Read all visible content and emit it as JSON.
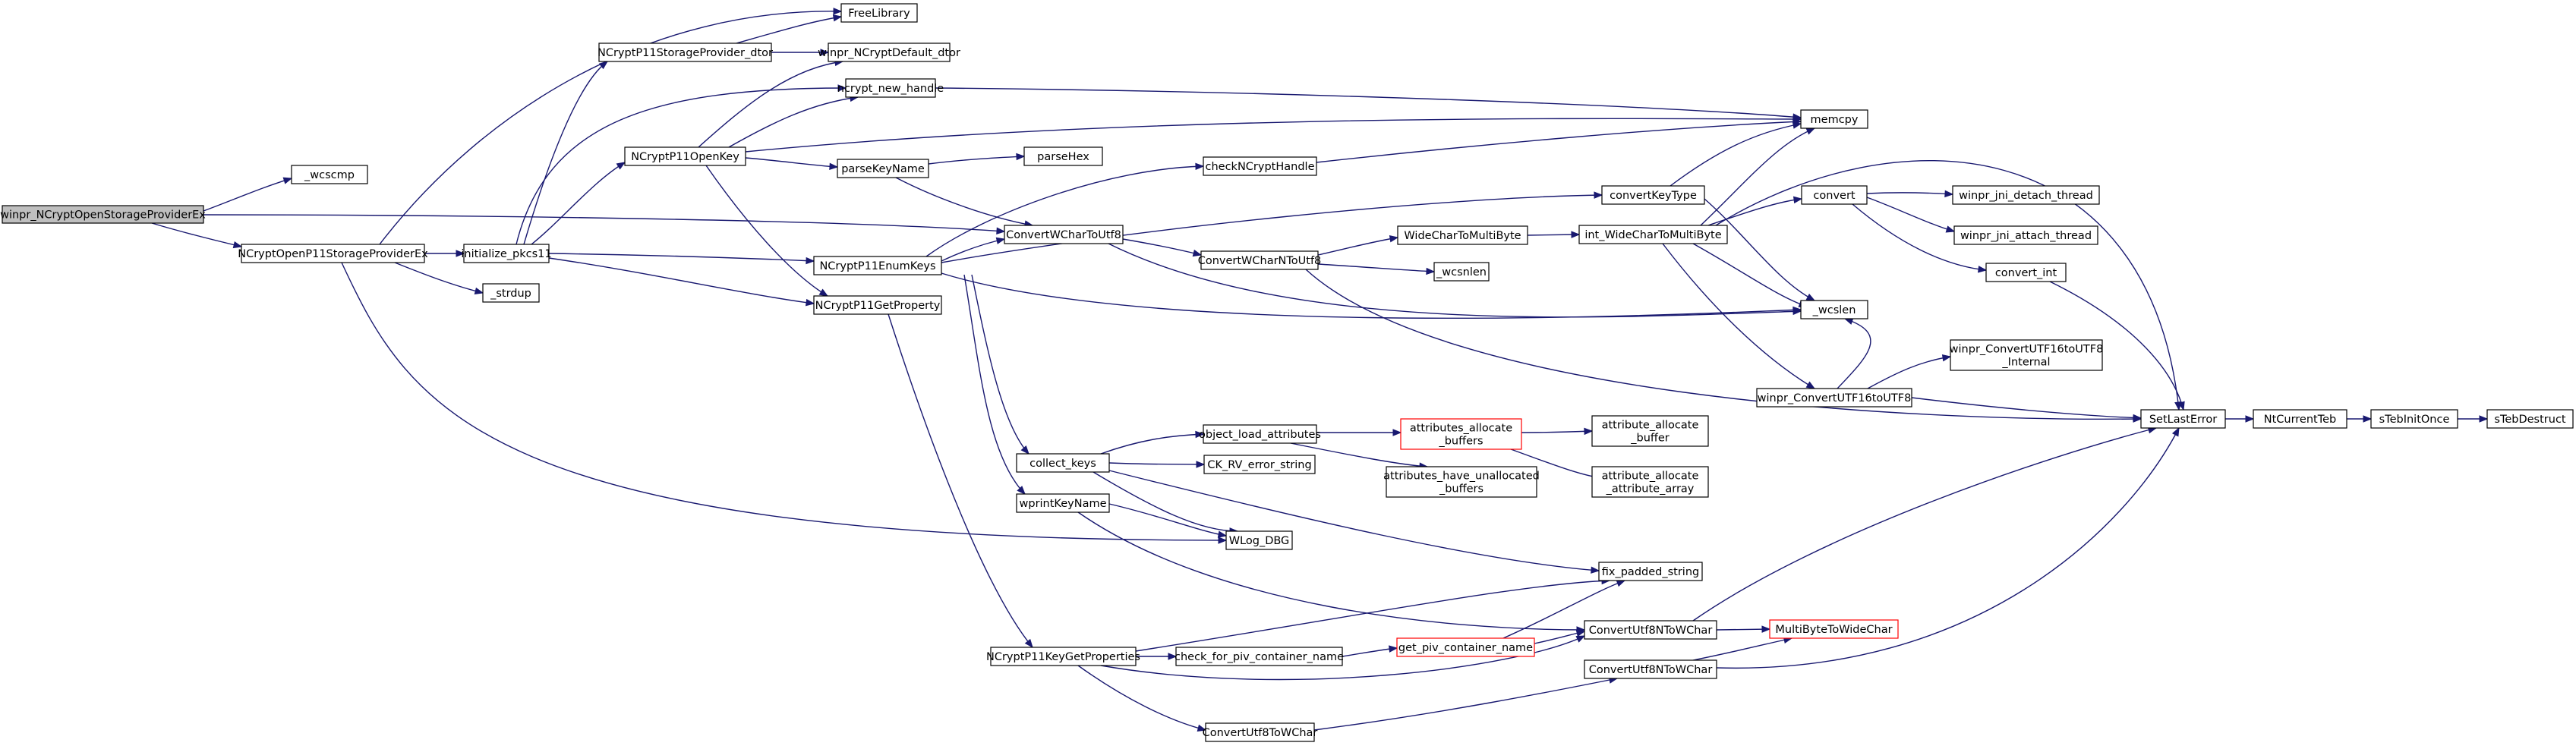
{
  "diagram": {
    "type": "call-graph",
    "colors": {
      "edge": "#191970",
      "root_fill": "#bfbfbf",
      "truncated_border": "#ff0000"
    },
    "nodes": [
      {
        "id": "root",
        "lines": [
          "winpr_NCryptOpenStorageProviderEx"
        ],
        "root": true
      },
      {
        "id": "wcscmp",
        "lines": [
          "_wcscmp"
        ]
      },
      {
        "id": "openP11Prov",
        "lines": [
          "NCryptOpenP11StorageProviderEx"
        ]
      },
      {
        "id": "p11ProvDtor",
        "lines": [
          "NCryptP11StorageProvider_dtor"
        ]
      },
      {
        "id": "initPkcs11",
        "lines": [
          "initialize_pkcs11"
        ]
      },
      {
        "id": "strdup",
        "lines": [
          "_strdup"
        ]
      },
      {
        "id": "freeLib",
        "lines": [
          "FreeLibrary"
        ]
      },
      {
        "id": "defDtor",
        "lines": [
          "winpr_NCryptDefault_dtor"
        ]
      },
      {
        "id": "newHandle",
        "lines": [
          "ncrypt_new_handle"
        ]
      },
      {
        "id": "openKey",
        "lines": [
          "NCryptP11OpenKey"
        ]
      },
      {
        "id": "parseKeyName",
        "lines": [
          "parseKeyName"
        ]
      },
      {
        "id": "parseHex",
        "lines": [
          "parseHex"
        ]
      },
      {
        "id": "enumKeys",
        "lines": [
          "NCryptP11EnumKeys"
        ]
      },
      {
        "id": "getProp",
        "lines": [
          "NCryptP11GetProperty"
        ]
      },
      {
        "id": "checkHandle",
        "lines": [
          "checkNCryptHandle"
        ]
      },
      {
        "id": "cwcToUtf8",
        "lines": [
          "ConvertWCharToUtf8"
        ]
      },
      {
        "id": "cwcNToUtf8",
        "lines": [
          "ConvertWCharNToUtf8"
        ]
      },
      {
        "id": "wcToMb",
        "lines": [
          "WideCharToMultiByte"
        ]
      },
      {
        "id": "wcsnlen",
        "lines": [
          "_wcsnlen"
        ]
      },
      {
        "id": "intWcToMb",
        "lines": [
          "int_WideCharToMultiByte"
        ]
      },
      {
        "id": "convKeyType",
        "lines": [
          "convertKeyType"
        ]
      },
      {
        "id": "memcpy",
        "lines": [
          "memcpy"
        ]
      },
      {
        "id": "convert",
        "lines": [
          "convert"
        ]
      },
      {
        "id": "jniDetach",
        "lines": [
          "winpr_jni_detach_thread"
        ]
      },
      {
        "id": "jniAttach",
        "lines": [
          "winpr_jni_attach_thread"
        ]
      },
      {
        "id": "convInt",
        "lines": [
          "convert_int"
        ]
      },
      {
        "id": "wcslen",
        "lines": [
          "_wcslen"
        ]
      },
      {
        "id": "cu16Internal",
        "lines": [
          "winpr_ConvertUTF16toUTF8",
          "_Internal"
        ]
      },
      {
        "id": "cu16",
        "lines": [
          "winpr_ConvertUTF16toUTF8"
        ]
      },
      {
        "id": "setLastError",
        "lines": [
          "SetLastError"
        ]
      },
      {
        "id": "ntTeb",
        "lines": [
          "NtCurrentTeb"
        ]
      },
      {
        "id": "tebInit",
        "lines": [
          "sTebInitOnce"
        ]
      },
      {
        "id": "tebDestruct",
        "lines": [
          "sTebDestruct"
        ]
      },
      {
        "id": "collectKeys",
        "lines": [
          "collect_keys"
        ]
      },
      {
        "id": "objLoadAttr",
        "lines": [
          "object_load_attributes"
        ]
      },
      {
        "id": "attrAllocBufs",
        "lines": [
          "attributes_allocate",
          "_buffers"
        ],
        "truncated": true
      },
      {
        "id": "attrAllocBuf",
        "lines": [
          "attribute_allocate",
          "_buffer"
        ]
      },
      {
        "id": "attrAllocArr",
        "lines": [
          "attribute_allocate",
          "_attribute_array"
        ]
      },
      {
        "id": "attrHaveUnalloc",
        "lines": [
          "attributes_have_unallocated",
          "_buffers"
        ]
      },
      {
        "id": "ckrvErr",
        "lines": [
          "CK_RV_error_string"
        ]
      },
      {
        "id": "wprintKeyName",
        "lines": [
          "wprintKeyName"
        ]
      },
      {
        "id": "wlogDbg",
        "lines": [
          "WLog_DBG"
        ]
      },
      {
        "id": "fixPadded",
        "lines": [
          "fix_padded_string"
        ]
      },
      {
        "id": "cu8ToWc",
        "lines": [
          "ConvertUtf8NToWChar"
        ]
      },
      {
        "id": "mbToWc",
        "lines": [
          "MultiByteToWideChar"
        ],
        "truncated": true
      },
      {
        "id": "cu8ToWc2",
        "lines": [
          "ConvertUtf8NToWChar"
        ]
      },
      {
        "id": "keyGetProps",
        "lines": [
          "NCryptP11KeyGetProperties"
        ]
      },
      {
        "id": "checkPiv",
        "lines": [
          "check_for_piv_container_name"
        ]
      },
      {
        "id": "getPiv",
        "lines": [
          "get_piv_container_name"
        ],
        "truncated": true
      },
      {
        "id": "cu8ToWcShort",
        "lines": [
          "ConvertUtf8ToWChar"
        ]
      }
    ]
  }
}
